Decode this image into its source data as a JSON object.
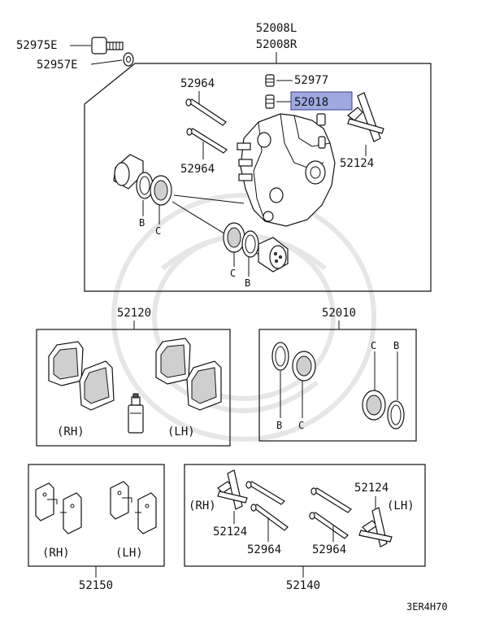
{
  "caliper_assembly": {
    "part_numbers": [
      "52008L",
      "52008R"
    ],
    "bolt": "52975E",
    "washer": "52957E",
    "bleeder_screw": "52977",
    "bleeder_cap": "52018",
    "pin_upper": "52964",
    "pin_lower": "52964",
    "spring_clip": "52124",
    "seal_labels": [
      "B",
      "C",
      "C",
      "B"
    ]
  },
  "pad_set": {
    "part_number": "52120",
    "side_right": "(RH)",
    "side_left": "(LH)"
  },
  "seal_kit": {
    "part_number": "52010",
    "labels": [
      "B",
      "C",
      "C",
      "B"
    ]
  },
  "shim_kit": {
    "part_number": "52150",
    "side_right": "(RH)",
    "side_left": "(LH)"
  },
  "pin_kit": {
    "part_number": "52140",
    "side_right": "(RH)",
    "side_left": "(LH)",
    "clip_right": "52124",
    "clip_left": "52124",
    "pin_right": "52964",
    "pin_left": "52964"
  },
  "diagram_code": "3ER4H70",
  "highlight_color": "#9fa8e0"
}
